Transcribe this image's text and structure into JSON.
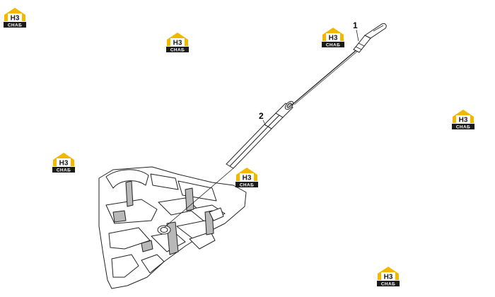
{
  "callouts": {
    "dipstick": "1",
    "guide_tube": "2"
  },
  "watermark": {
    "line1": "H3",
    "line2": "СНАБ",
    "colors": {
      "roof": "#f2b800",
      "base": "#1a1a1a"
    }
  },
  "colors": {
    "lines": "#222222",
    "fill": "#ffffff",
    "shade": "#b8b8b8"
  }
}
